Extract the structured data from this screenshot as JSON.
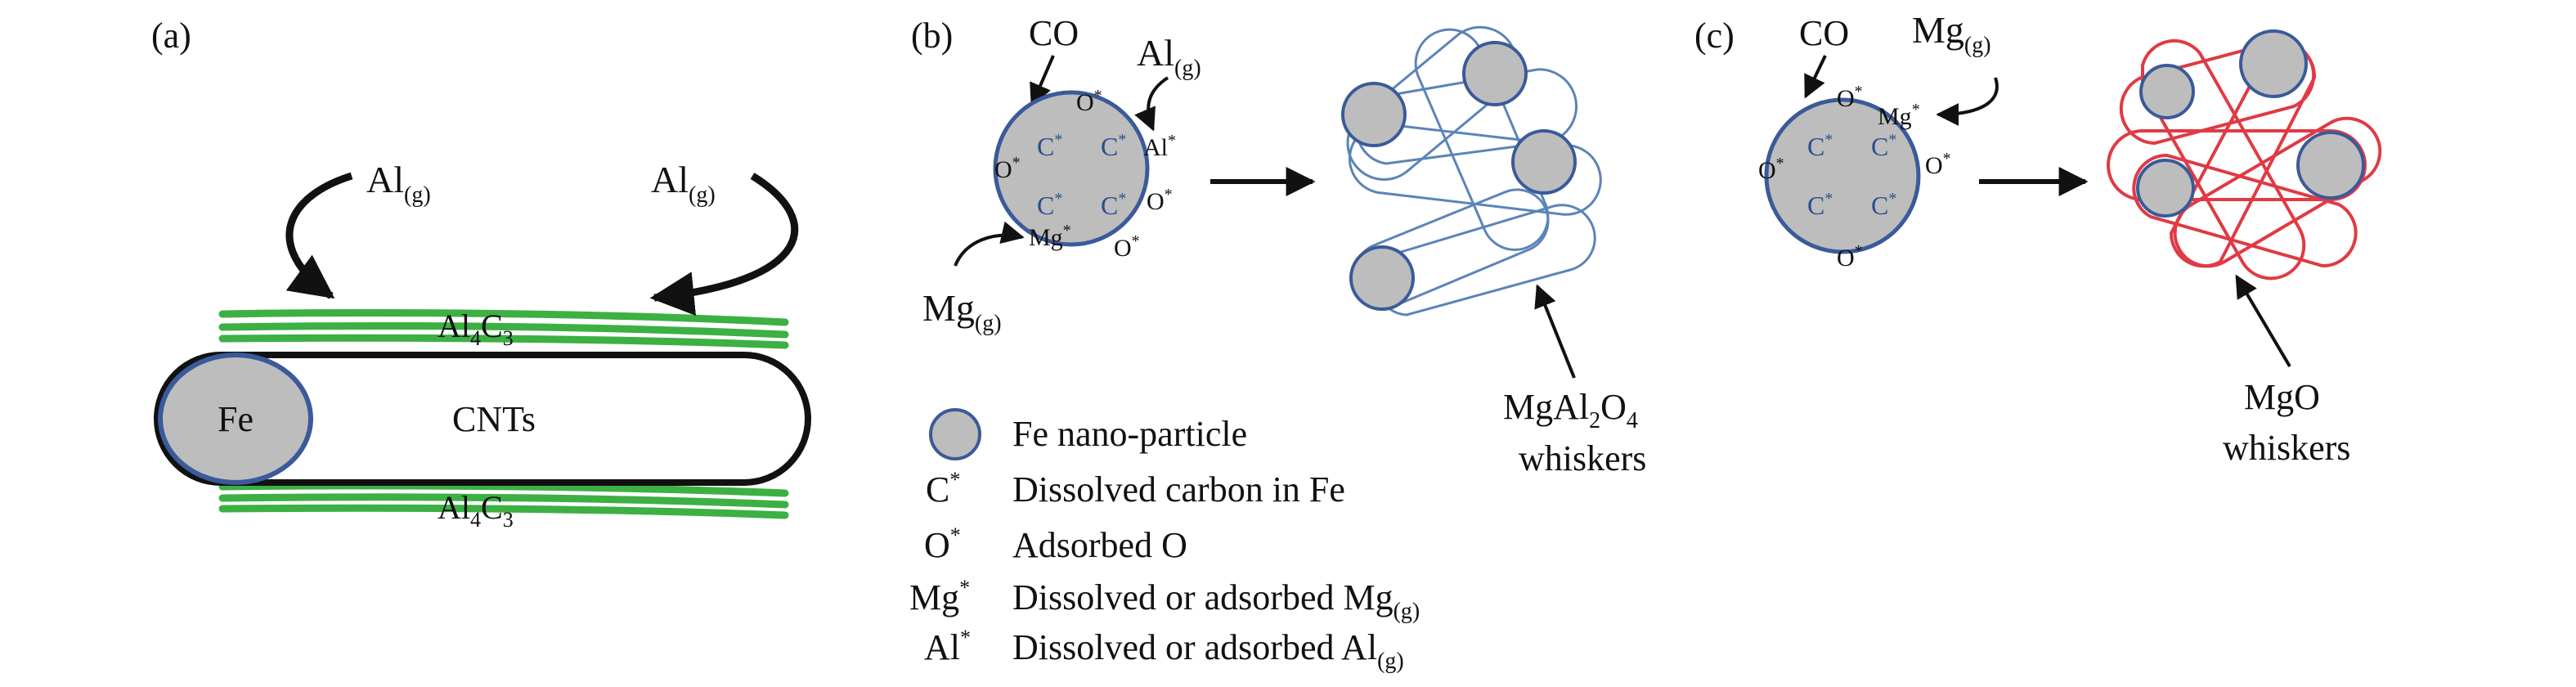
{
  "panels": {
    "a": {
      "label": "(a)",
      "al_left": {
        "base": "Al",
        "sub": "(g)"
      },
      "al_right": {
        "base": "Al",
        "sub": "(g)"
      },
      "carbide_top": {
        "base": "Al",
        "sub1": "4",
        "mid": "C",
        "sub2": "3"
      },
      "carbide_bottom": {
        "base": "Al",
        "sub1": "4",
        "mid": "C",
        "sub2": "3"
      },
      "fe": "Fe",
      "cnts": "CNTs"
    },
    "b": {
      "label": "(b)",
      "co": "CO",
      "al": {
        "base": "Al",
        "sub": "(g)"
      },
      "mg": {
        "base": "Mg",
        "sub": "(g)"
      },
      "o_star": "O",
      "c_star": "C",
      "al_star": "Al",
      "mg_star": "Mg",
      "star": "*",
      "whisker": {
        "p1": "MgAl",
        "s1": "2",
        "p2": "O",
        "s2": "4",
        "line2": "whiskers"
      }
    },
    "c": {
      "label": "(c)",
      "co": "CO",
      "mg": {
        "base": "Mg",
        "sub": "(g)"
      },
      "o_star": "O",
      "c_star": "C",
      "mg_star": "Mg",
      "star": "*",
      "whisker": {
        "line1": "MgO",
        "line2": "whiskers"
      }
    }
  },
  "legend": [
    {
      "symbol": "",
      "text": "Fe nano-particle"
    },
    {
      "symbol": "C",
      "text": "Dissolved carbon in Fe"
    },
    {
      "symbol": "O",
      "text": "Adsorbed O"
    },
    {
      "symbol": "Mg",
      "text": "Dissolved or adsorbed Mg",
      "sub": "(g)"
    },
    {
      "symbol": "Al",
      "text": "Dissolved or adsorbed Al",
      "sub": "(g)"
    }
  ],
  "colors": {
    "particle_fill": "#bdbdbd",
    "particle_stroke": "#3a5a9a",
    "carbide_green": "#3cb043",
    "mgal2o4_blue": "#5b84b8",
    "mgo_red": "#e03a44"
  }
}
